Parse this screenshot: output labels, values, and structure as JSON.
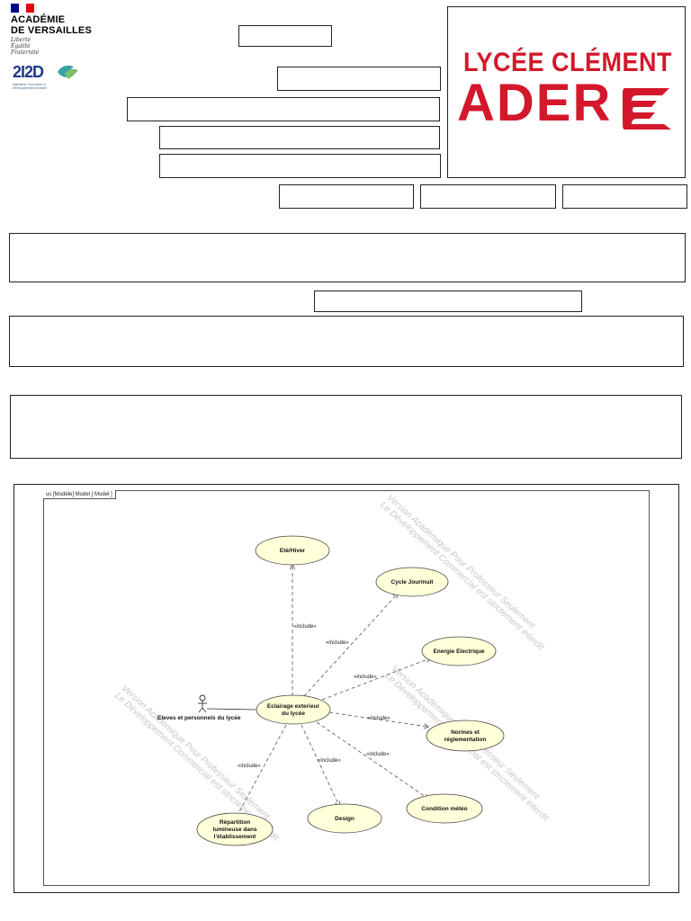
{
  "header": {
    "academy_line1": "ACADÉMIE",
    "academy_line2": "DE VERSAILLES",
    "devise": [
      "Liberté",
      "Égalité",
      "Fraternité"
    ],
    "i2d_logo": "2I2D",
    "i2d_subtitle": "Ingénierie, Innovation & Développement Durable",
    "school_line1": "LYCÉE CLÉMENT",
    "school_line2": "ADER"
  },
  "colors": {
    "flag_blue": "#000091",
    "flag_red": "#e1000f",
    "school_red": "#d3182b",
    "usecase_fill": "#ffffd9"
  },
  "diagram": {
    "frame_title": "uc [Modèle] Model [ Model ]",
    "watermark_line1": "Version Académique Pour Professeur Seulement",
    "watermark_line2": "Le Développement Commercial est strictement interdit",
    "actor": "Eleves et personnels du lycée",
    "central_usecase": [
      "Eclairage exterieur",
      "du lycée"
    ],
    "usecases": [
      {
        "id": "ete",
        "lines": [
          "Eté/Hiver"
        ]
      },
      {
        "id": "cycle",
        "lines": [
          "Cycle Jour/nuit"
        ]
      },
      {
        "id": "energie",
        "lines": [
          "Energie Electrique"
        ]
      },
      {
        "id": "normes",
        "lines": [
          "Normes et",
          "réglementation"
        ]
      },
      {
        "id": "meteo",
        "lines": [
          "Condition météo"
        ]
      },
      {
        "id": "design",
        "lines": [
          "Design"
        ]
      },
      {
        "id": "repartition",
        "lines": [
          "Répartition",
          "lumineuse dans",
          "l'établissement"
        ]
      }
    ],
    "include_label": "«include»"
  }
}
